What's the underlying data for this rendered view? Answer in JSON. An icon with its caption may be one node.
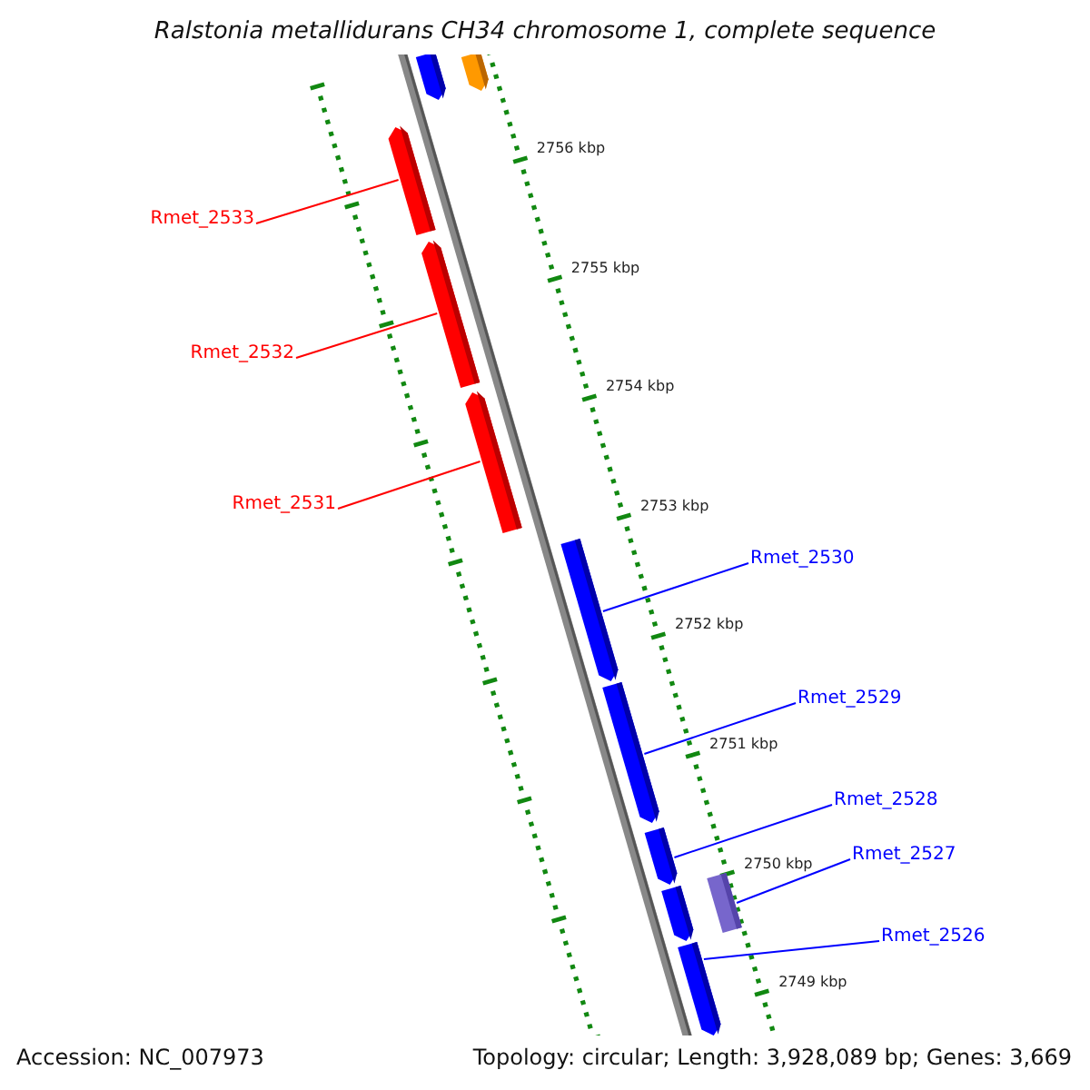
{
  "diagram": {
    "title": "Ralstonia metallidurans CH34 chromosome 1, complete sequence",
    "nodes": [
      {
        "text": [],
        "shape": "arrow"
      },
      {
        "text": [],
        "shape": "arrow"
      },
      {
        "text": [],
        "shape": "arrow"
      },
      {
        "text": [],
        "shape": "arrow"
      },
      {
        "text": [],
        "shape": "arrow"
      },
      {
        "text": [],
        "shape": "arrow"
      },
      {
        "text": [],
        "shape": "arrow"
      },
      {
        "text": [],
        "shape": "arrow"
      },
      {
        "text": [],
        "shape": "arrow"
      },
      {
        "text": [],
        "shape": "arrow"
      },
      {
        "text": [],
        "shape": "arrow"
      },
      {
        "text": [
          "Rmet_2533"
        ]
      },
      {
        "text": [
          "Rmet_2532"
        ]
      },
      {
        "text": [
          "Rmet_2531"
        ]
      },
      {
        "text": [
          "Rmet_2530"
        ]
      },
      {
        "text": [
          "Rmet_2529"
        ]
      },
      {
        "text": [
          "Rmet_2528"
        ]
      },
      {
        "text": [
          "Rmet_2527"
        ]
      },
      {
        "text": [
          "Rmet_2526"
        ]
      }
    ],
    "edges": [
      {
        "from": 11,
        "to": 2,
        "arrow": "none",
        "color": "#ff0000"
      },
      {
        "from": 12,
        "to": 3,
        "arrow": "none",
        "color": "#ff0000"
      },
      {
        "from": 13,
        "to": 4,
        "arrow": "none",
        "color": "#ff0000"
      },
      {
        "from": 14,
        "to": 5,
        "arrow": "none"
      },
      {
        "from": 15,
        "to": 6,
        "arrow": "none"
      },
      {
        "from": 16,
        "to": 7,
        "arrow": "none"
      },
      {
        "from": 17,
        "to": 8,
        "arrow": "none"
      },
      {
        "from": 18,
        "to": 10,
        "arrow": "none"
      }
    ],
    "labels": [
      "2756 kbp",
      "2755 kbp",
      "2754 kbp",
      "2753 kbp",
      "2752 kbp",
      "2751 kbp",
      "2750 kbp",
      "2749 kbp",
      "Accession: NC_007973",
      "Topology: circular; Length: 3,928,089 bp; Genes: 3,669"
    ]
  }
}
